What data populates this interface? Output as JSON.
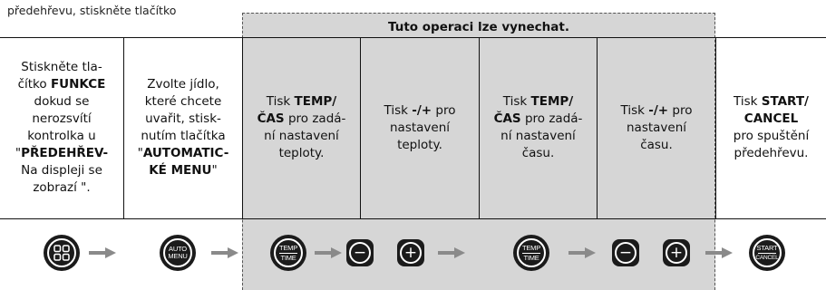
{
  "intro": "předehřevu, stiskněte tlačítko",
  "skip_banner": "Tuto operaci lze vynechat.",
  "steps": [
    {
      "parts": [
        {
          "t": "Stiskněte tla-\nčítko ",
          "b": false
        },
        {
          "t": "FUNKCE",
          "b": true
        },
        {
          "t": "\ndokud se\nnerozsvítí\nkontrolka u\n\"",
          "b": false
        },
        {
          "t": "PŘEDEHŘEV-",
          "b": true
        },
        {
          "t": "\nNa displeji se\nzobrazí \".",
          "b": false
        }
      ]
    },
    {
      "parts": [
        {
          "t": "Zvolte jídlo,\nkteré chcete\nuvařit, stisk-\nnutím tlačítka\n\"",
          "b": false
        },
        {
          "t": "AUTOMATIC-\nKÉ MENU",
          "b": true
        },
        {
          "t": "\"",
          "b": false
        }
      ]
    },
    {
      "parts": [
        {
          "t": "Tisk ",
          "b": false
        },
        {
          "t": "TEMP/\nČAS",
          "b": true
        },
        {
          "t": " pro zadá-\nní nastavení\nteploty.",
          "b": false
        }
      ]
    },
    {
      "parts": [
        {
          "t": "Tisk ",
          "b": false
        },
        {
          "t": "-/+",
          "b": true
        },
        {
          "t": " pro\nnastavení\nteploty.",
          "b": false
        }
      ]
    },
    {
      "parts": [
        {
          "t": "Tisk ",
          "b": false
        },
        {
          "t": "TEMP/\nČAS",
          "b": true
        },
        {
          "t": " pro zadá-\nní nastavení\nčasu.",
          "b": false
        }
      ]
    },
    {
      "parts": [
        {
          "t": "Tisk ",
          "b": false
        },
        {
          "t": "-/+",
          "b": true
        },
        {
          "t": " pro\nnastavení\nčasu.",
          "b": false
        }
      ]
    },
    {
      "parts": [
        {
          "t": "Tisk ",
          "b": false
        },
        {
          "t": "START/\nCANCEL",
          "b": true
        },
        {
          "t": "\npro spuštění\npředehřevu.",
          "b": false
        }
      ]
    }
  ],
  "buttons": {
    "auto_menu": [
      "AUTO",
      "MENU"
    ],
    "temp_time": [
      "TEMP",
      "TIME"
    ],
    "start_cancel": [
      "START",
      "CANCEL"
    ],
    "minus": "−",
    "plus": "+"
  },
  "colors": {
    "shade": "#d6d6d6",
    "button": "#1b1b1b",
    "arrow": "#8a8a8a"
  }
}
